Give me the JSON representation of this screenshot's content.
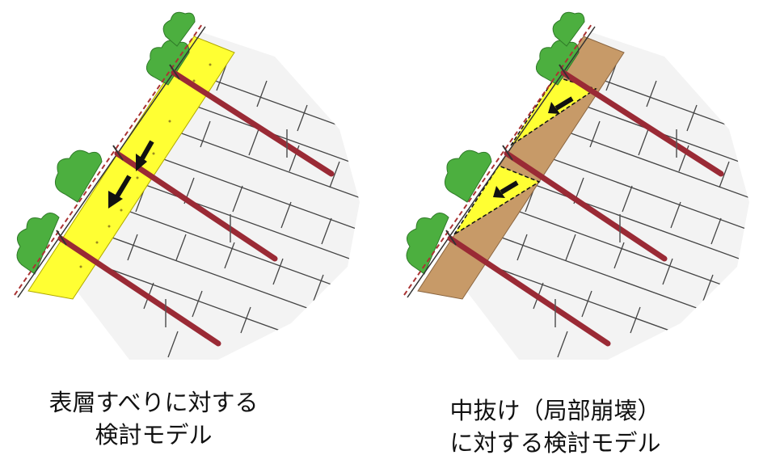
{
  "panels": [
    {
      "caption_line1": "表層すべりに対する",
      "caption_line2": "検討モデル"
    },
    {
      "caption_line1": "中抜け（局部崩壊）",
      "caption_line2": "に対する検討モデル"
    }
  ],
  "colors": {
    "slip_layer": "#ffff33",
    "soil": "#c79a68",
    "rock_fill": "#f3f3f3",
    "rock_line": "#444444",
    "anchor_bar": "#9a2a35",
    "vegetation": "#4caf3f",
    "arrow": "#111111"
  },
  "icons": [
    "down-slope-arrow-icon"
  ]
}
